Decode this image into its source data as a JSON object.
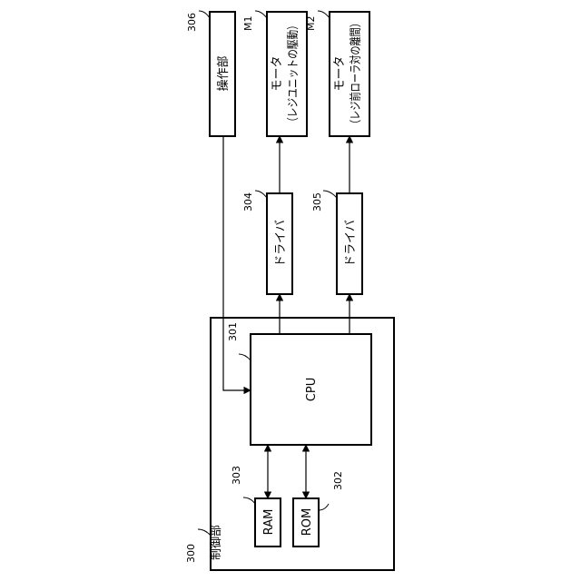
{
  "figure": {
    "refs": {
      "control_unit": "300",
      "cpu": "301",
      "rom": "302",
      "ram": "303",
      "driver_1": "304",
      "driver_2": "305",
      "operation_unit": "306",
      "motor_1": "M1",
      "motor_2": "M2"
    },
    "labels": {
      "control_unit": "制御部",
      "cpu": "CPU",
      "rom": "ROM",
      "ram": "RAM",
      "driver_1": "ドライバ",
      "driver_2": "ドライバ",
      "operation_unit": "操作部",
      "motor_1_line1": "モータ",
      "motor_1_line2": "（レジユニットの駆動）",
      "motor_2_line1": "モータ",
      "motor_2_line2": "（レジ前ローラ対の離間）"
    }
  }
}
